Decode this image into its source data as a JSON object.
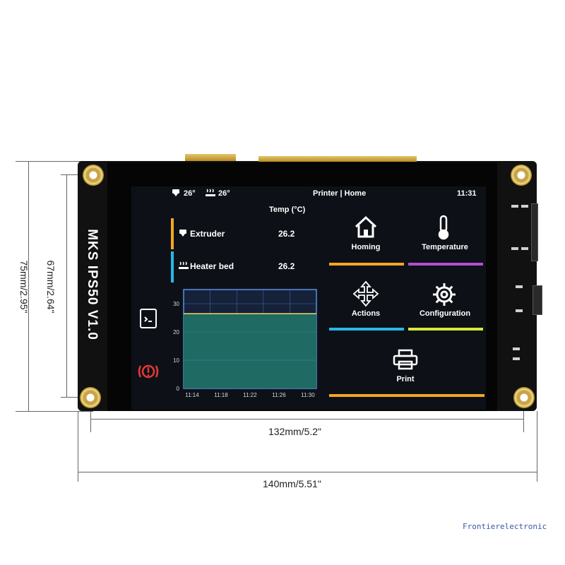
{
  "dimensions": {
    "height_outer": "75mm/2.95\"",
    "height_inner": "67mm/2.64\"",
    "width_inner": "132mm/5.2\"",
    "width_outer": "140mm/5.51\""
  },
  "board": {
    "silkscreen": "MKS IPS50 V1.0"
  },
  "screen": {
    "status": {
      "extruder_temp": "26°",
      "bed_temp": "26°",
      "title": "Printer | Home",
      "time": "11:31"
    },
    "temp_panel": {
      "heading": "Temp (°C)",
      "rows": [
        {
          "label": "Extruder",
          "value": "26.2",
          "color": "#f5a623"
        },
        {
          "label": "Heater bed",
          "value": "26.2",
          "color": "#29b6e6"
        }
      ]
    },
    "chart_data": {
      "type": "area",
      "x": [
        "11:14",
        "11:18",
        "11:22",
        "11:26",
        "11:30"
      ],
      "y_ticks": [
        0,
        10,
        20,
        30
      ],
      "ylim": [
        0,
        35
      ],
      "series": [
        {
          "values": [
            26.2,
            26.2,
            26.2,
            26.2,
            26.2
          ],
          "color": "#f5e663"
        },
        {
          "values": [
            26.2,
            26.2,
            26.2,
            26.2,
            26.2
          ],
          "color": "#1f6b63"
        }
      ]
    },
    "menu": [
      {
        "label": "Homing",
        "icon": "home-icon",
        "color": "#f5a623"
      },
      {
        "label": "Temperature",
        "icon": "thermometer-icon",
        "color": "#b44dd6"
      },
      {
        "label": "Actions",
        "icon": "move-arrows-icon",
        "color": "#29b6e6"
      },
      {
        "label": "Configuration",
        "icon": "gear-icon",
        "color": "#d6e83a"
      },
      {
        "label": "Print",
        "icon": "printer-icon",
        "color": "#f5a623"
      }
    ],
    "side_icons": {
      "file": "file-console-icon",
      "stop": "emergency-stop-icon",
      "stop_color": "#e53935"
    }
  },
  "watermark": "Frontierelectronic"
}
